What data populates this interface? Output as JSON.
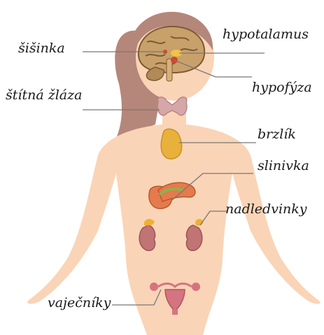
{
  "colors": {
    "skin": "#fad4b6",
    "hair": "#b5877a",
    "brain": "#c8a06a",
    "brain_dark": "#7d5a33",
    "thyroid": "#d6a7a8",
    "thymus": "#e8b13c",
    "pancreas": "#e57a4c",
    "pancreas_green": "#8bb34d",
    "kidney": "#c07474",
    "adrenal": "#f0b030",
    "ovaries": "#d47480",
    "leader_line": "#777777"
  },
  "labels": {
    "hypotalamus": "hypotalamus",
    "sisinka": "šišinka",
    "hypofyza": "hypofýza",
    "stitna_zlaza": "štítná žláza",
    "brzlik": "brzlík",
    "slinivka": "slinivka",
    "nadledvinky": "nadledvinky",
    "vajecniky": "vaječníky"
  }
}
